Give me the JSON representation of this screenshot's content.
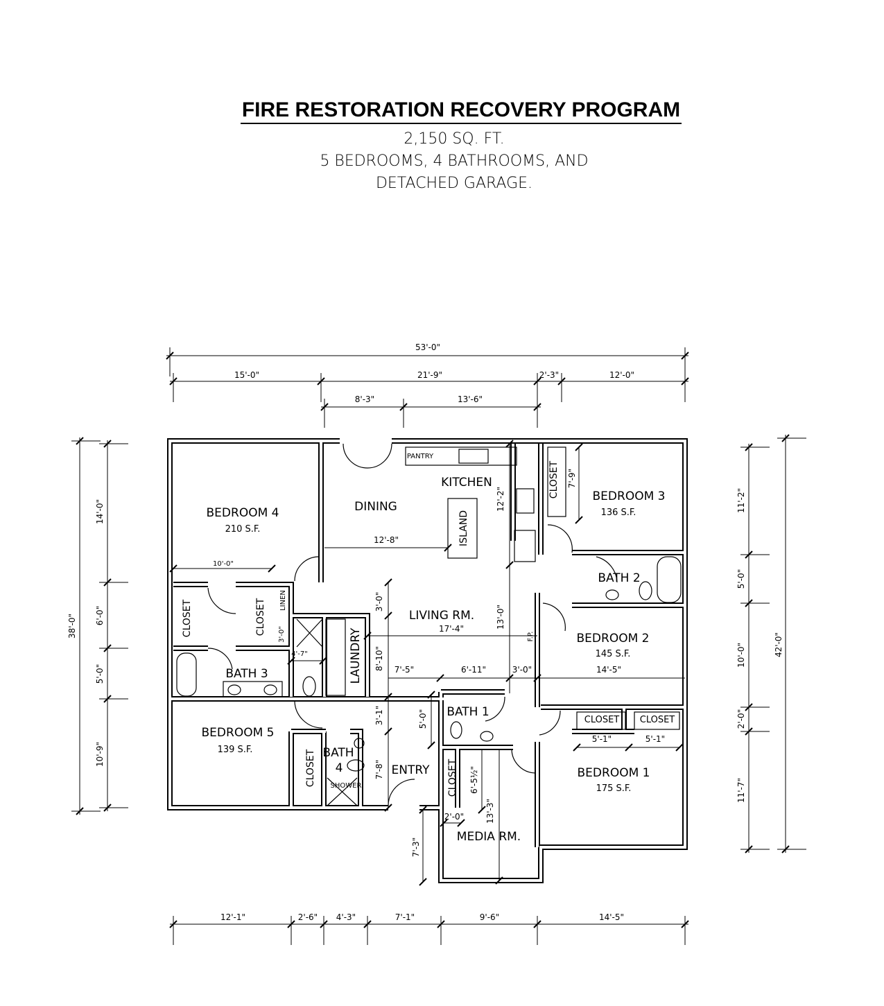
{
  "header": {
    "title": "FIRE RESTORATION RECOVERY PROGRAM",
    "area": "2,150 SQ. FT.",
    "rooms_line": "5 BEDROOMS, 4 BATHROOMS, AND",
    "garage_line": "DETACHED GARAGE."
  },
  "rooms": {
    "bedroom4": {
      "name": "BEDROOM 4",
      "area": "210 S.F."
    },
    "bedroom3": {
      "name": "BEDROOM 3",
      "area": "136 S.F."
    },
    "bedroom2": {
      "name": "BEDROOM 2",
      "area": "145 S.F."
    },
    "bedroom5": {
      "name": "BEDROOM 5",
      "area": "139 S.F."
    },
    "bedroom1": {
      "name": "BEDROOM 1",
      "area": "175 S.F."
    },
    "dining": "DINING",
    "kitchen": "KITCHEN",
    "pantry": "PANTRY",
    "island": "ISLAND",
    "living": "LIVING RM.",
    "fireplace": "F.P.",
    "bath1": "BATH 1",
    "bath2": "BATH 2",
    "bath3": "BATH 3",
    "bath4_a": "BATH",
    "bath4_b": "4",
    "shower": "SHOWER",
    "laundry": "LAUNDRY",
    "linen": "LINEN",
    "closet": "CLOSET",
    "entry": "ENTRY",
    "media": "MEDIA RM."
  },
  "dimensions": {
    "overall_width": "53'-0\"",
    "top": [
      "15'-0\"",
      "21'-9\"",
      "2'-3\"",
      "12'-0\""
    ],
    "top_inner": [
      "8'-3\"",
      "13'-6\""
    ],
    "left_overall": "38'-0\"",
    "left": [
      "14'-0\"",
      "6'-0\"",
      "5'-0\"",
      "10'-9\""
    ],
    "right_overall": "42'-0\"",
    "right": [
      "11'-2\"",
      "5'-0\"",
      "10'-0\"",
      "2'-0\"",
      "11'-7\""
    ],
    "bottom": [
      "12'-1\"",
      "2'-6\"",
      "4'-3\"",
      "7'-1\"",
      "9'-6\"",
      "14'-5\""
    ],
    "interior": {
      "bed4_closet_width": "10'-0\"",
      "dining_width": "12'-8\"",
      "kitchen_depth": "12'-2\"",
      "bed3_closet": "7'-9\"",
      "living_top": "3'-0\"",
      "living_width": "17'-4\"",
      "living_depth": "13'-0\"",
      "laundry_depth": "8'-10\"",
      "hall_a": "7'-5\"",
      "hall_b": "6'-11\"",
      "hall_c": "3'-0\"",
      "bed2_width": "14'-5\"",
      "hall_d": "3'-1\"",
      "entry_depth": "7'-8\"",
      "bath1_depth": "5'-0\"",
      "closet_a": "5'-1\"",
      "closet_b": "5'-1\"",
      "media_closet": "6'-5½\"",
      "media_depth": "13'-3\"",
      "media_nook": "2'-0\"",
      "media_ext": "7'-3\"",
      "shower_depth": "3'-0\"",
      "shower_width": "4'-7\""
    }
  }
}
